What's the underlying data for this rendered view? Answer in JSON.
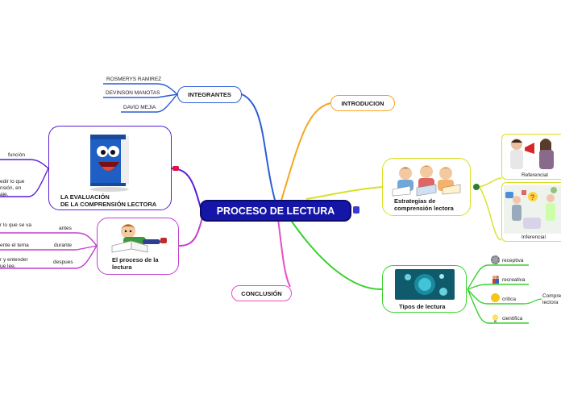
{
  "central": {
    "title": "PROCESO DE LECTURA"
  },
  "integrantes": {
    "title": "INTEGRANTES",
    "members": [
      "ROSMERYS RAMIREZ",
      "DEVINSON MANOTAS",
      "DAVID MEJIA"
    ]
  },
  "introduccion": {
    "title": "INTRODUCION"
  },
  "conclusion": {
    "title": "CONCLUSIÓN"
  },
  "evaluacion": {
    "title_line1": "LA EVALUACIÓN",
    "title_line2": "DE LA COMPRENSIÓN LECTORA",
    "items": [
      {
        "label": "función",
        "text": ""
      },
      {
        "label": "",
        "text": "edir lo que\nnsión, en\naje."
      }
    ]
  },
  "proceso": {
    "title_line1": "El proceso de la",
    "title_line2": "lectura",
    "items": [
      {
        "label": "antes",
        "text": "r lo que se va"
      },
      {
        "label": "durante",
        "text": "ente el tema"
      },
      {
        "label": "despues",
        "text": "r y entender\nue lee."
      }
    ]
  },
  "estrategias": {
    "title_line1": "Estrategias de",
    "title_line2": "comprensión lectora",
    "items": [
      "Referencial",
      "Inferencial"
    ]
  },
  "tipos": {
    "title": "Tipos de lectura",
    "items": [
      "receptiva",
      "recreativa",
      "critica",
      "cientifica"
    ],
    "critica_note_line1": "Compre",
    "critica_note_line2": "lectora"
  },
  "colors": {
    "central": "#1515a8",
    "integrantes": "#2d5dd6",
    "introduccion": "#f5a623",
    "conclusion": "#e94ec4",
    "evaluacion": "#5a1fd6",
    "proceso": "#c23fd0",
    "estrategias": "#d9e021",
    "tipos": "#39d12c"
  }
}
